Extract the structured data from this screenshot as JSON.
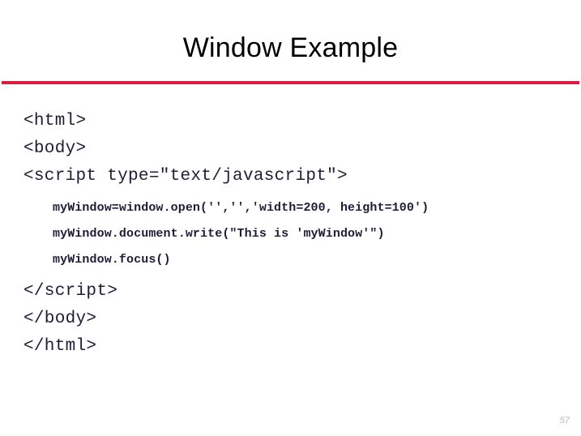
{
  "slide": {
    "title": "Window Example",
    "page_number": "57",
    "accent_color": "#D91E41",
    "title_color": "#000000",
    "code_color": "#1d1d38",
    "background_color": "#ffffff",
    "page_number_color": "#b9b9b9"
  },
  "code": {
    "lines": [
      {
        "text": "<html>",
        "level": "outer"
      },
      {
        "text": "<body>",
        "level": "outer"
      },
      {
        "text": "<script type=\"text/javascript\">",
        "level": "outer"
      },
      {
        "text": "myWindow=window.open('','','width=200, height=100')",
        "level": "inner"
      },
      {
        "text": "myWindow.document.write(\"This is 'myWindow'\")",
        "level": "inner"
      },
      {
        "text": "myWindow.focus()",
        "level": "inner"
      },
      {
        "text": "</script>",
        "level": "outer"
      },
      {
        "text": "</body>",
        "level": "outer"
      },
      {
        "text": "</html>",
        "level": "outer"
      }
    ]
  }
}
